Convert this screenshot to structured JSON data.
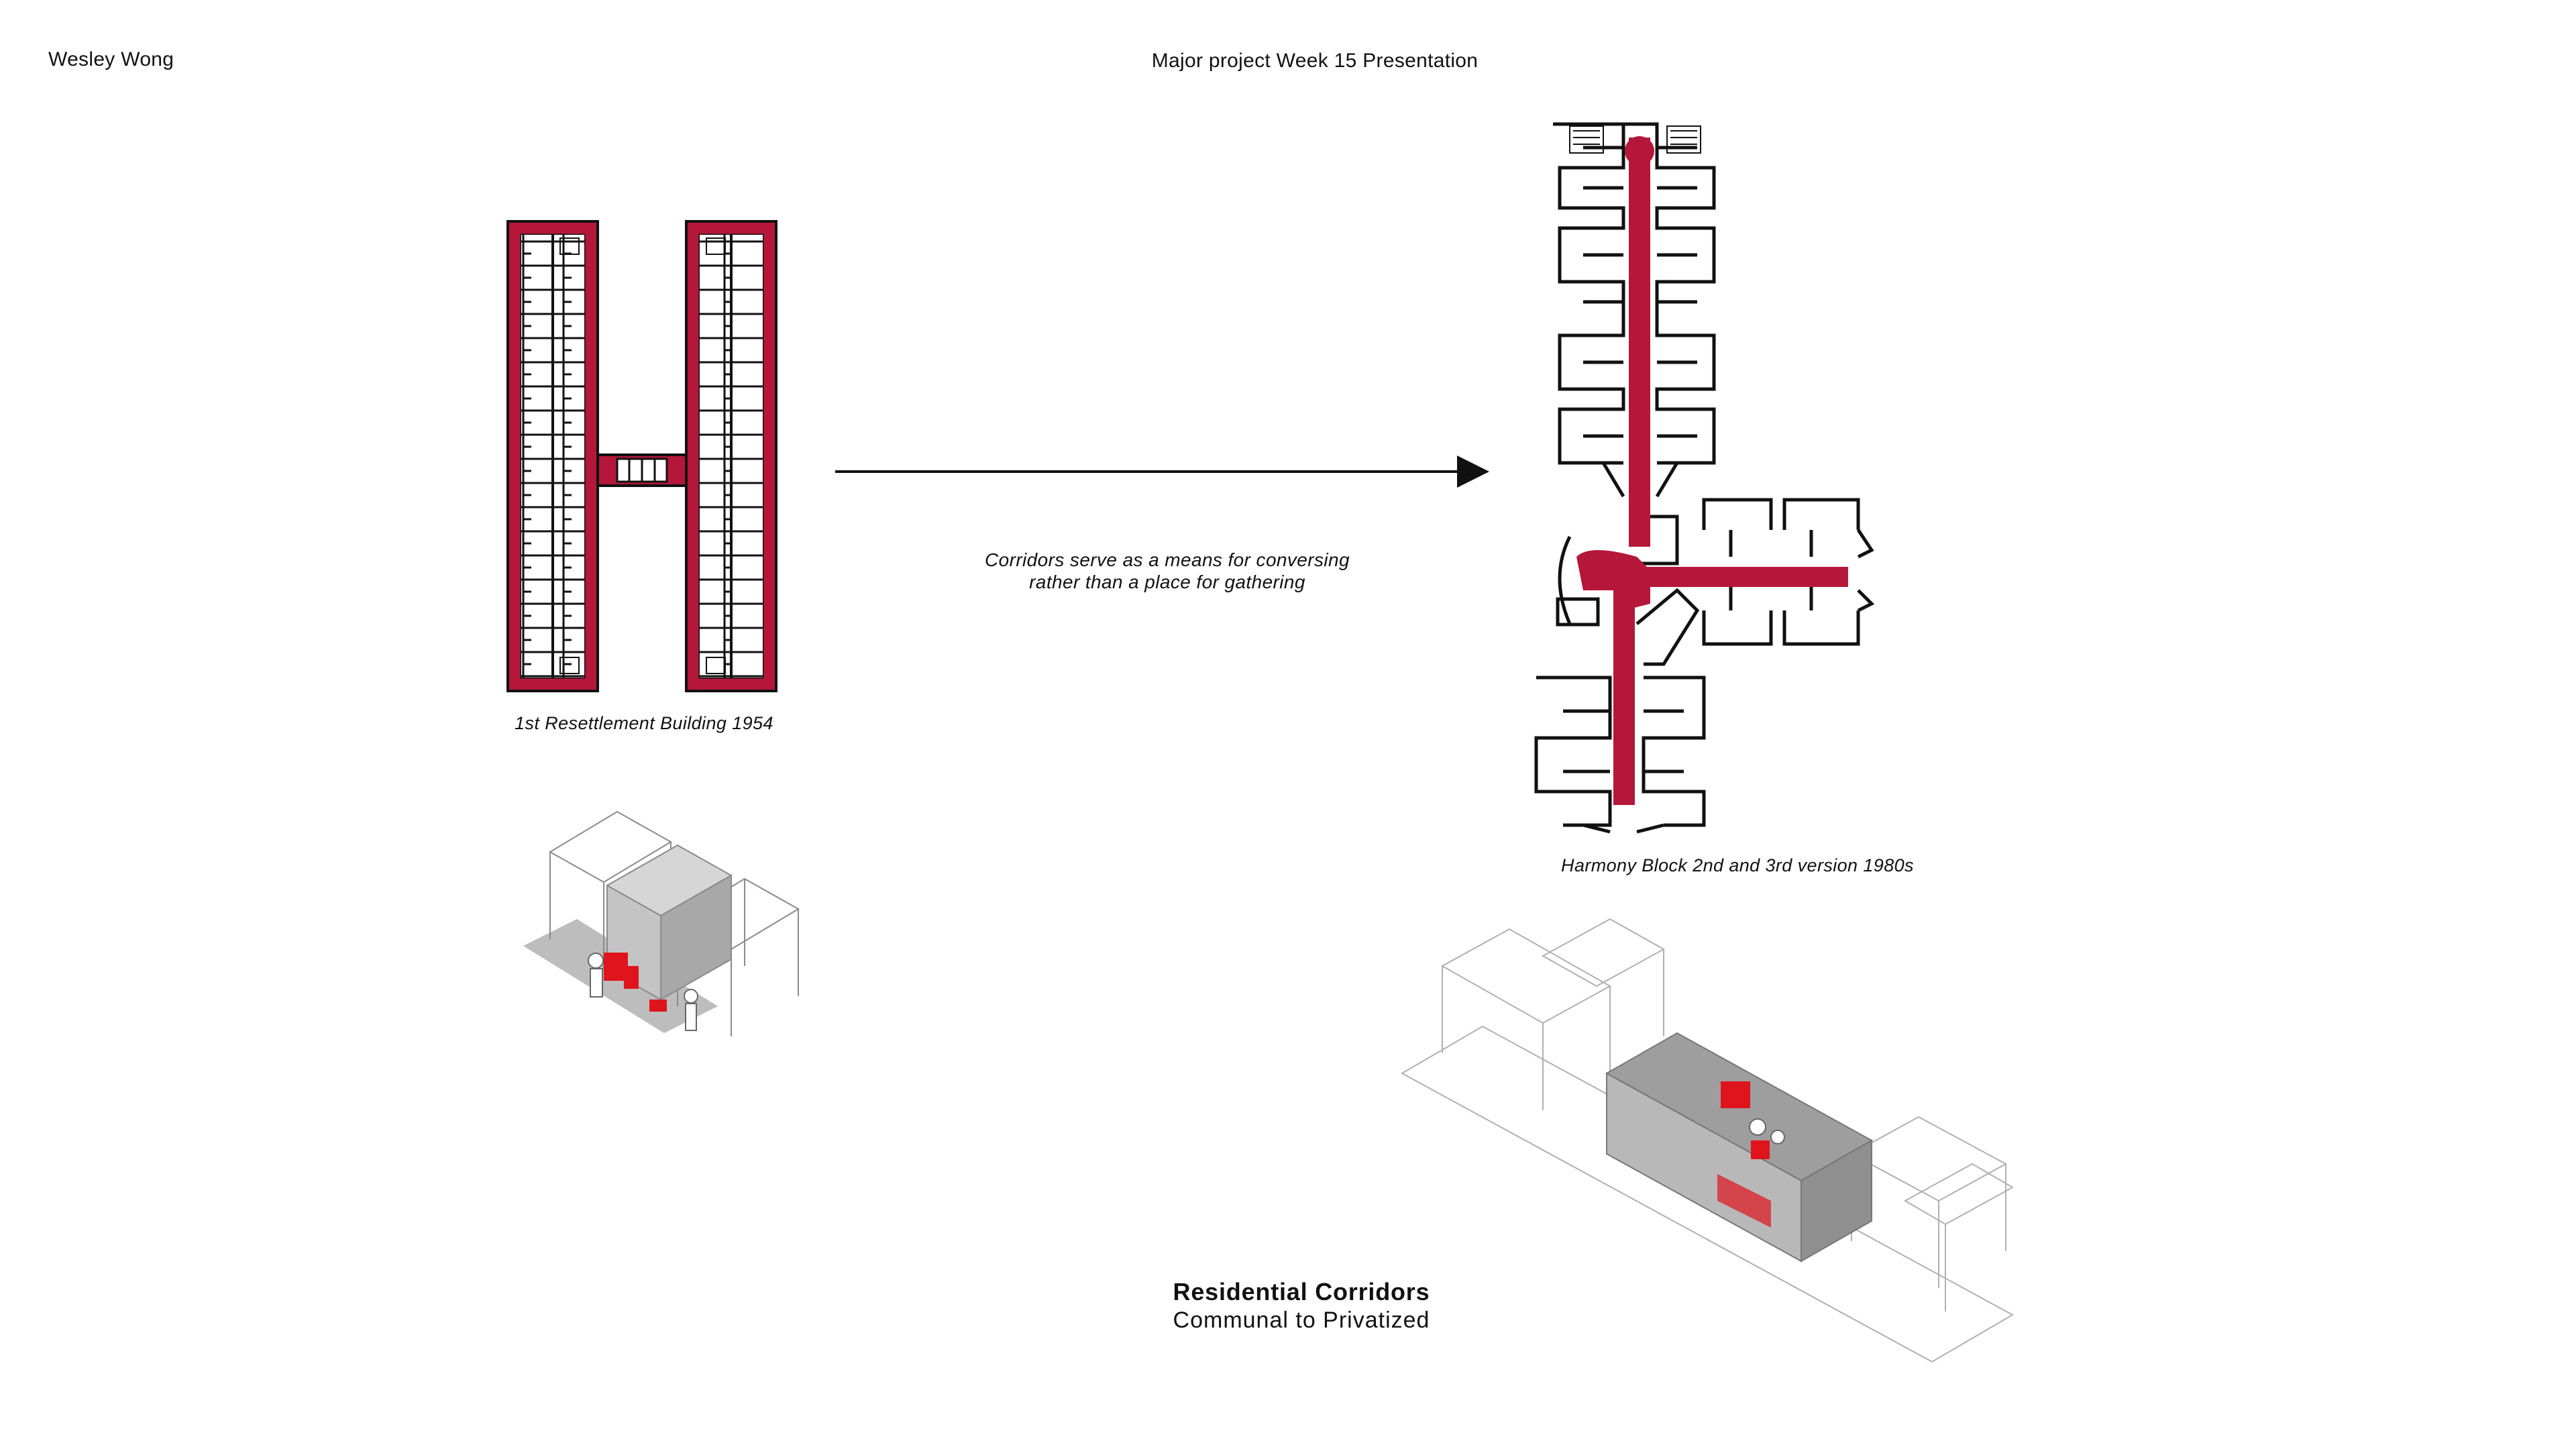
{
  "header": {
    "author": "Wesley Wong",
    "title": "Major project Week 15 Presentation"
  },
  "diagrams": {
    "left_caption": "1st Resettlement Building 1954",
    "right_caption": "Harmony Block 2nd and 3rd version 1980s",
    "annotation_line1": "Corridors serve as a means for conversing",
    "annotation_line2": "rather than a place for gathering"
  },
  "footer": {
    "title": "Residential Corridors",
    "subtitle": "Communal to Privatized"
  },
  "colors": {
    "corridor": "#b5173a",
    "highlight": "#e0141c",
    "line": "#111111",
    "wire": "#9a9a9a"
  }
}
